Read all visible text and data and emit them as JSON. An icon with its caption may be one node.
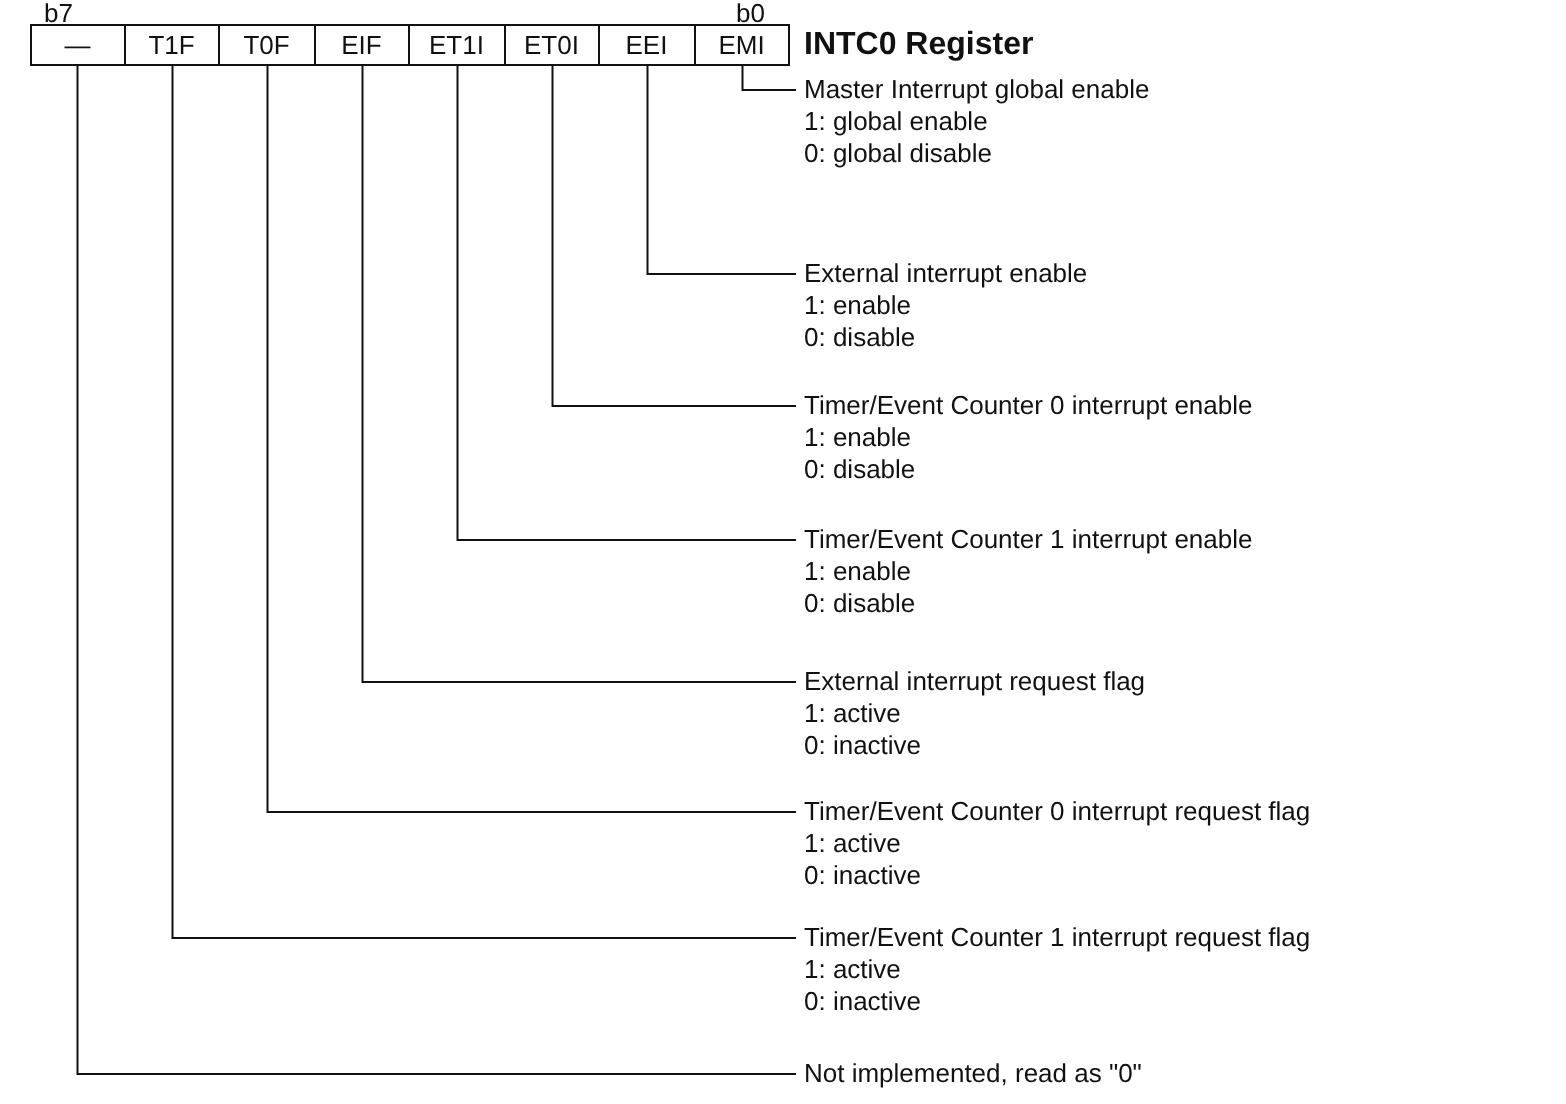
{
  "diagram": {
    "title": "INTC0 Register",
    "nodes": [
      {
        "text": [
          "—"
        ]
      },
      {
        "text": [
          "T1F"
        ]
      },
      {
        "text": [
          "T0F"
        ]
      },
      {
        "text": [
          "EIF"
        ]
      },
      {
        "text": [
          "ET1I"
        ]
      },
      {
        "text": [
          "ET0I"
        ]
      },
      {
        "text": [
          "EEI"
        ]
      },
      {
        "text": [
          "EMI"
        ]
      },
      {
        "text": [
          "Master Interrupt global enable",
          "1: global enable",
          "0: global disable"
        ]
      },
      {
        "text": [
          "External interrupt enable",
          "1: enable",
          "0: disable"
        ]
      },
      {
        "text": [
          "Timer/Event Counter 0 interrupt enable",
          "1: enable",
          "0: disable"
        ]
      },
      {
        "text": [
          "Timer/Event Counter 1 interrupt enable",
          "1: enable",
          "0: disable"
        ]
      },
      {
        "text": [
          "External interrupt request flag",
          "1: active",
          "0: inactive"
        ]
      },
      {
        "text": [
          "Timer/Event Counter 0 interrupt request flag",
          "1: active",
          "0: inactive"
        ]
      },
      {
        "text": [
          "Timer/Event Counter 1 interrupt request flag",
          "1: active",
          "0: inactive"
        ]
      },
      {
        "text": [
          "Not implemented, read as \"0\""
        ]
      }
    ],
    "edges": [
      {
        "from": 7,
        "to": 8,
        "arrow": "none"
      },
      {
        "from": 6,
        "to": 9,
        "arrow": "none"
      },
      {
        "from": 5,
        "to": 10,
        "arrow": "none"
      },
      {
        "from": 4,
        "to": 11,
        "arrow": "none"
      },
      {
        "from": 3,
        "to": 12,
        "arrow": "none"
      },
      {
        "from": 2,
        "to": 13,
        "arrow": "none"
      },
      {
        "from": 1,
        "to": 14,
        "arrow": "none"
      },
      {
        "from": 0,
        "to": 15,
        "arrow": "none"
      }
    ],
    "labels": [
      "b7",
      "b0"
    ]
  }
}
